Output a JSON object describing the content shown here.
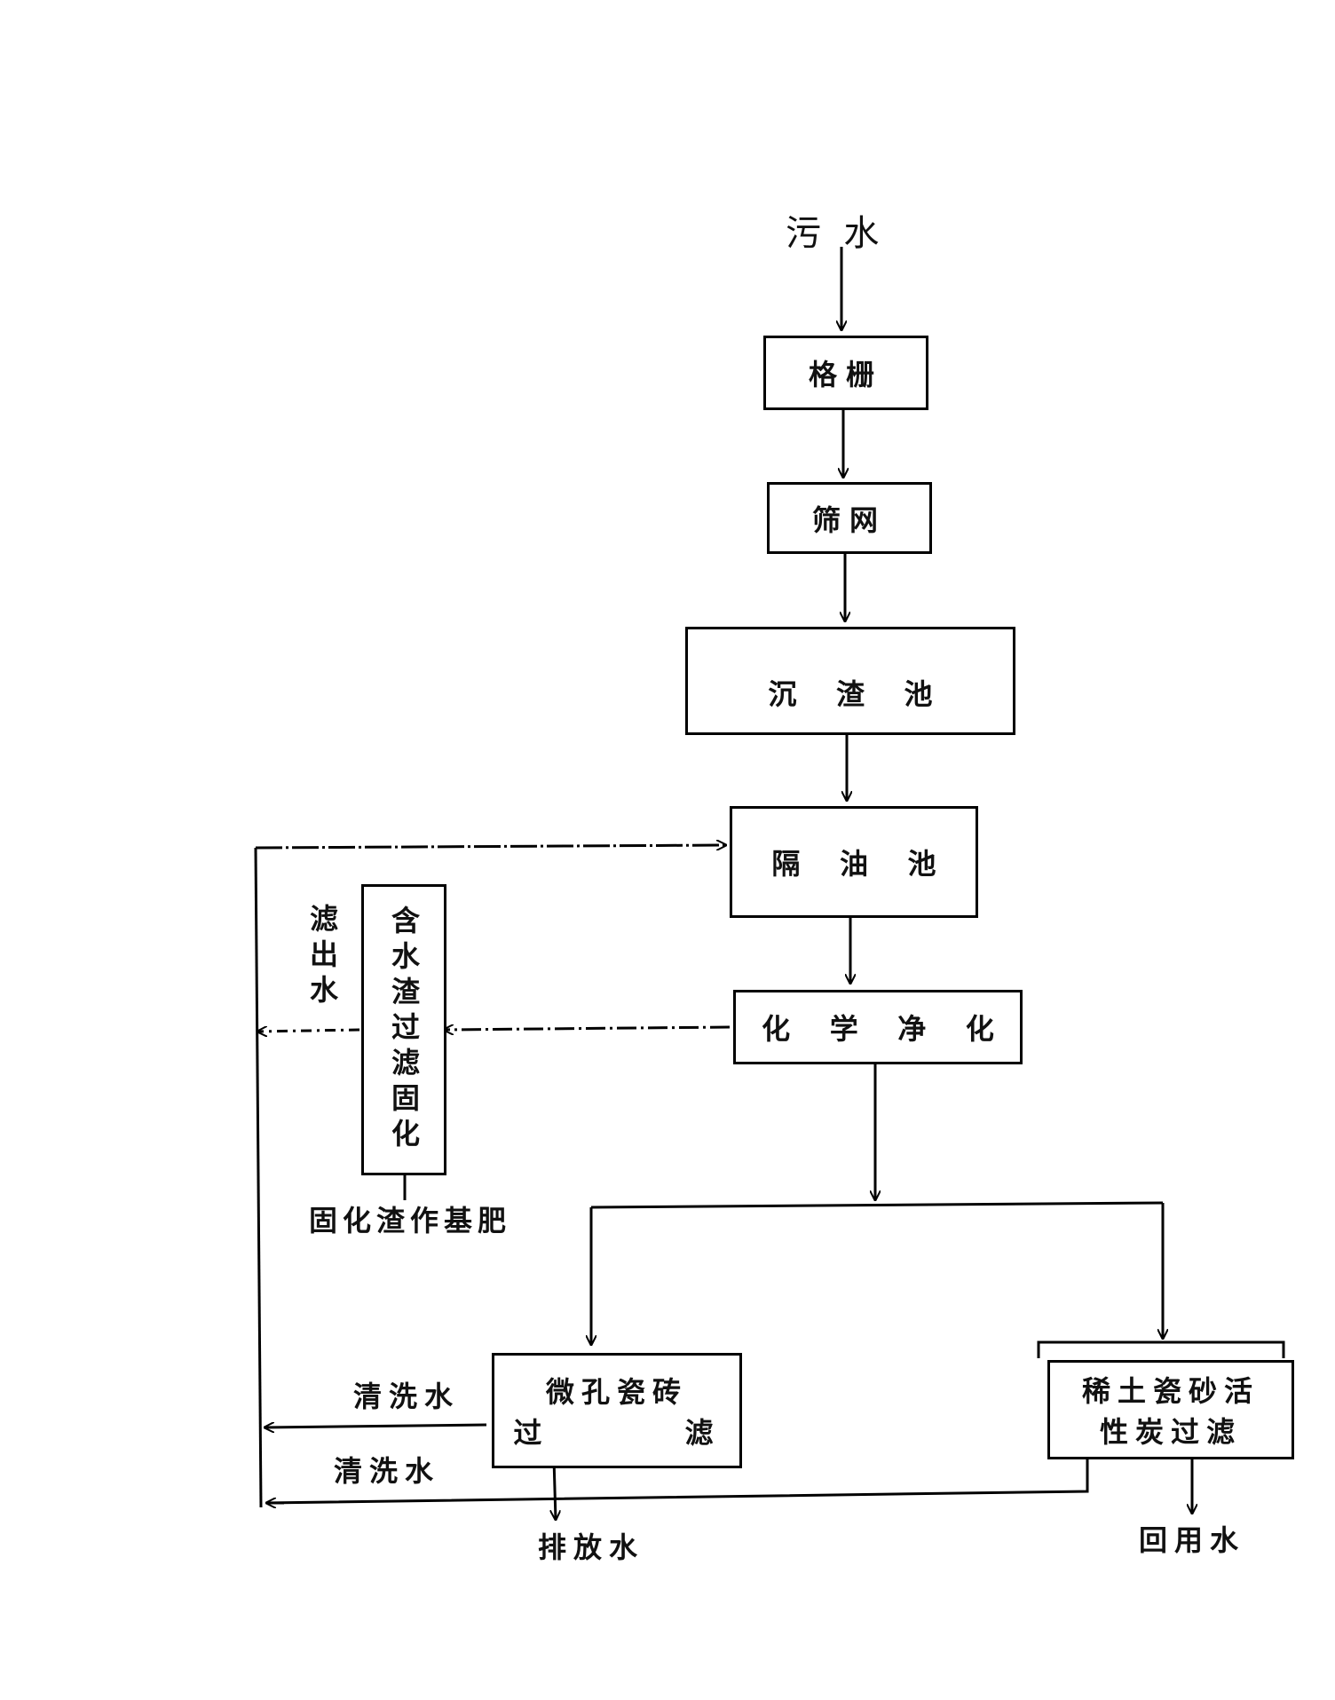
{
  "flow": {
    "source": "污  水",
    "grate": "格栅",
    "screen": "筛网",
    "settling_tank": "沉    渣    池",
    "oil_separator": "隔    油    池",
    "chemical_purification": "化    学    净    化",
    "sludge_filter_solidify": "含水渣过滤固化",
    "filtrate_water": "滤出水",
    "solidified_sludge": "固化渣作基肥",
    "microporous_filter_line1": "微孔瓷砖",
    "microporous_filter_line2": "过        滤",
    "carbon_filter_line1": "稀土瓷砂活",
    "carbon_filter_line2": "性炭过滤",
    "wash_water_1": "清洗水",
    "wash_water_2": "清洗水",
    "discharge_water": "排放水",
    "reuse_water": "回用水"
  }
}
